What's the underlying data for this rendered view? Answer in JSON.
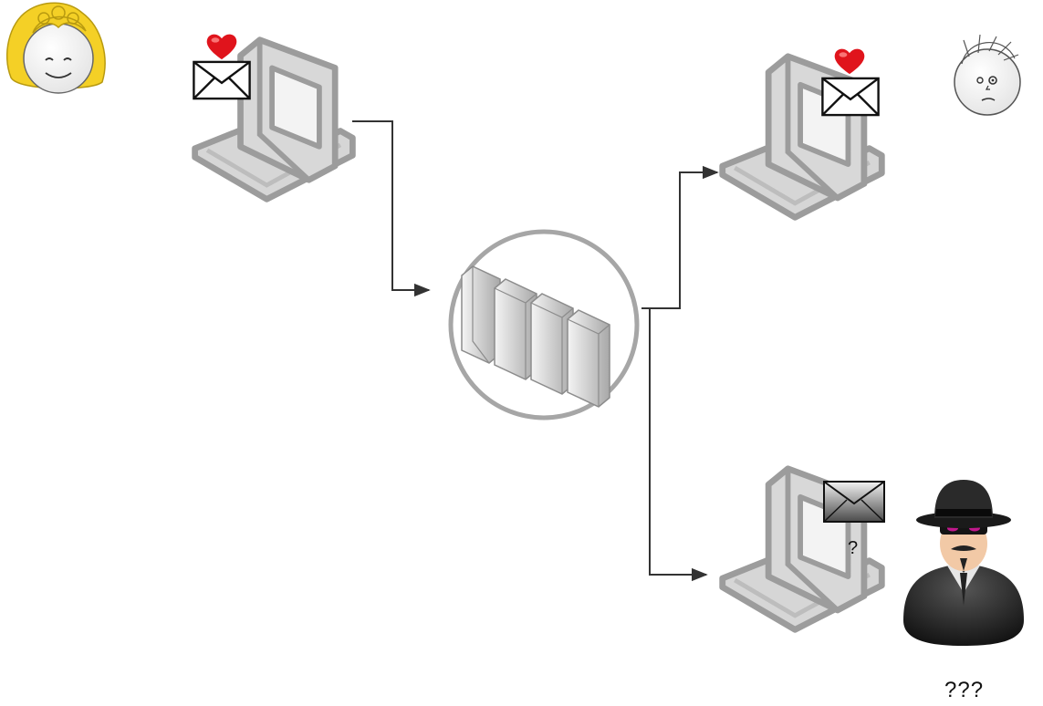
{
  "diagram": {
    "sender": {
      "icon": "girl-face-icon"
    },
    "recipient": {
      "icon": "boy-face-icon"
    },
    "eavesdropper": {
      "icon": "spy-icon",
      "label": "???"
    },
    "server": {
      "icon": "server-cluster-icon"
    },
    "laptops": [
      {
        "role": "sender-laptop",
        "icons": [
          "laptop-icon",
          "love-letter-icon"
        ]
      },
      {
        "role": "recipient-laptop",
        "icons": [
          "laptop-icon",
          "love-letter-icon"
        ]
      },
      {
        "role": "intercept-laptop",
        "icons": [
          "laptop-icon",
          "dark-envelope-icon"
        ],
        "label": "?"
      }
    ],
    "connections": [
      {
        "from": "sender-laptop",
        "to": "server"
      },
      {
        "from": "server",
        "to": "recipient-laptop"
      },
      {
        "from": "server",
        "to": "intercept-laptop"
      }
    ],
    "colors": {
      "heart": "#e0141c",
      "hair": "#f4d026",
      "laptop_outline": "#9c9c9c",
      "spy": "#1c1c1c",
      "spy_eyes": "#c0188c"
    }
  }
}
